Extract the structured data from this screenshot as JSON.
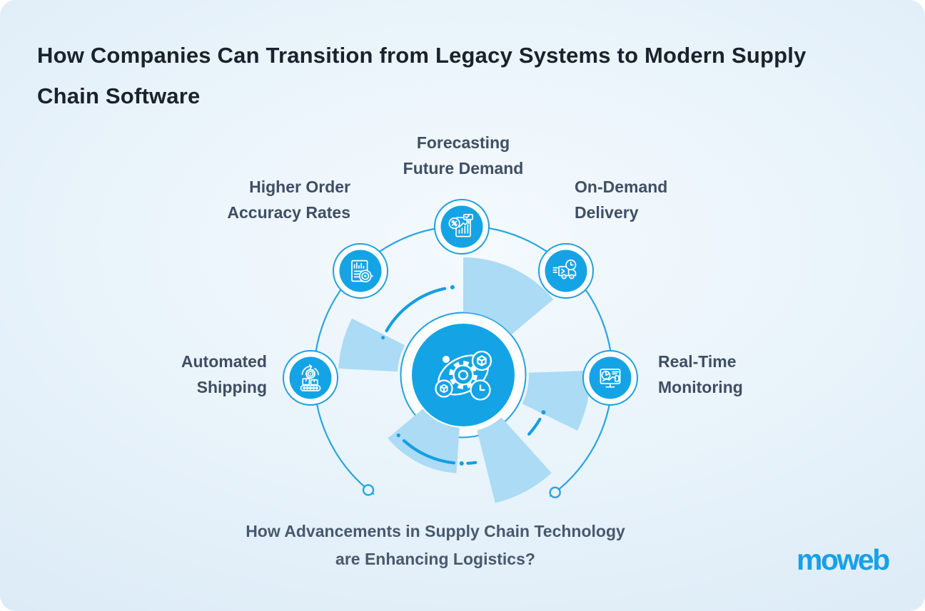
{
  "title": {
    "line1": "How Companies Can Transition from Legacy Systems to Modern Supply",
    "line2": "Chain Software"
  },
  "hub": {
    "icon": "gear-orbit-clock-icon"
  },
  "nodes": [
    {
      "id": "forecasting",
      "line1": "Forecasting",
      "line2": "Future Demand",
      "icon": "forecast-chart-icon"
    },
    {
      "id": "order-accuracy",
      "line1": "Higher Order",
      "line2": "Accuracy Rates",
      "icon": "report-target-icon"
    },
    {
      "id": "on-demand-delivery",
      "line1": "On-Demand",
      "line2": "Delivery",
      "icon": "delivery-truck-clock-icon"
    },
    {
      "id": "automated-shipping",
      "line1": "Automated",
      "line2": "Shipping",
      "icon": "conveyor-gear-icon"
    },
    {
      "id": "real-time-monitoring",
      "line1": "Real-Time",
      "line2": "Monitoring",
      "icon": "monitor-analytics-icon"
    }
  ],
  "footer": {
    "line1": "How Advancements in Supply Chain Technology",
    "line2": "are Enhancing Logistics?"
  },
  "brand": {
    "logo_text": "moweb"
  },
  "colors": {
    "accent_blue": "#14A4E5",
    "outline_blue": "#28A5E1",
    "light_wedge": "#ABDBF5",
    "title_text": "#19222D",
    "label_text": "#3F4E64",
    "logo_blue": "#18A0E8",
    "background": "#E3EFF9"
  }
}
